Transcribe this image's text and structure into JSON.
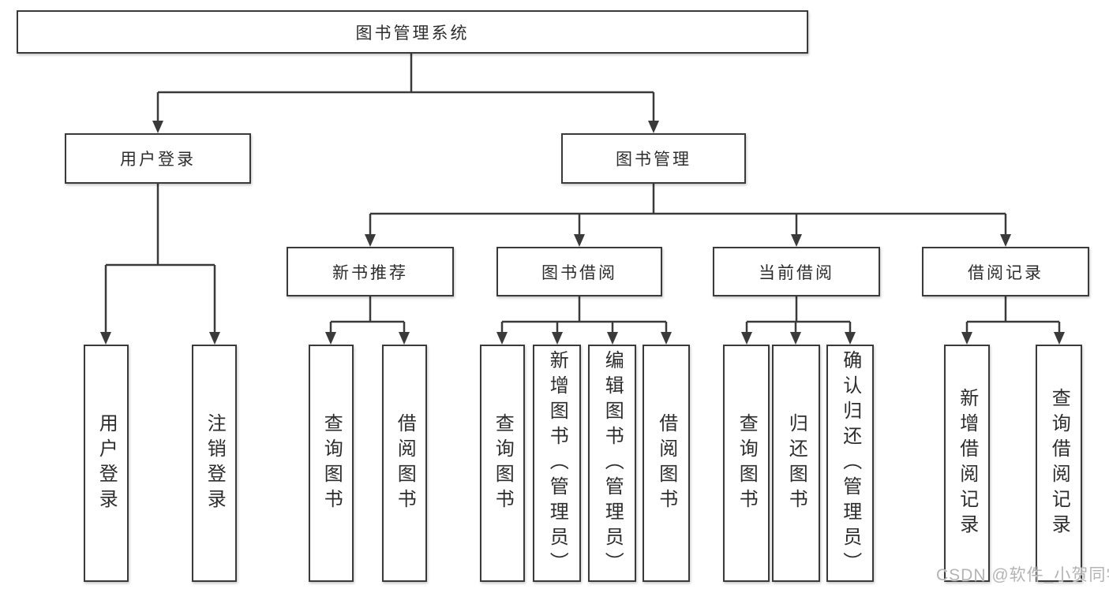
{
  "colors": {
    "line": "#3a3a3a",
    "text": "#2d2d2d",
    "box_background": "#ffffff",
    "page_background": "#ffffff",
    "watermark": "#b4b4b4"
  },
  "nodes": {
    "root": "图书管理系统",
    "user_login": "用户登录",
    "book_mgmt": "图书管理",
    "new_book_rec": "新书推荐",
    "book_borrow": "图书借阅",
    "current_borrow": "当前借阅",
    "borrow_record": "借阅记录",
    "leaf_user_login": "用户登录",
    "leaf_logout": "注销登录",
    "leaf_rec_query": "查询图书",
    "leaf_rec_borrow": "借阅图书",
    "leaf_bb_query": "查询图书",
    "leaf_bb_add": "新增图书（管理员）",
    "leaf_bb_edit": "编辑图书（管理员）",
    "leaf_bb_borrow": "借阅图书",
    "leaf_cb_query": "查询图书",
    "leaf_cb_return": "归还图书",
    "leaf_cb_confirm": "确认归还（管理员）",
    "leaf_br_add": "新增借阅记录",
    "leaf_br_query": "查询借阅记录"
  },
  "hierarchy": {
    "图书管理系统": {
      "用户登录": [
        "用户登录",
        "注销登录"
      ],
      "图书管理": {
        "新书推荐": [
          "查询图书",
          "借阅图书"
        ],
        "图书借阅": [
          "查询图书",
          "新增图书（管理员）",
          "编辑图书（管理员）",
          "借阅图书"
        ],
        "当前借阅": [
          "查询图书",
          "归还图书",
          "确认归还（管理员）"
        ],
        "借阅记录": [
          "新增借阅记录",
          "查询借阅记录"
        ]
      }
    }
  },
  "watermark": {
    "text": "CSDN @软件_小贺同学"
  }
}
